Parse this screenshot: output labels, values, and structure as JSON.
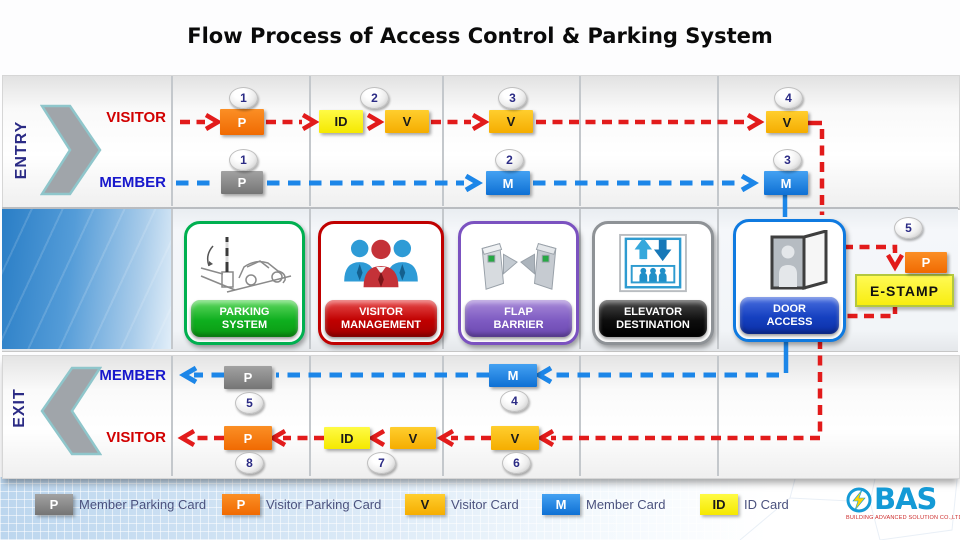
{
  "title": "Flow Process of Access Control & Parking System",
  "bands": {
    "entry": {
      "label": "ENTRY",
      "visitor": "VISITOR",
      "member": "MEMBER"
    },
    "exit": {
      "label": "EXIT",
      "visitor": "VISITOR",
      "member": "MEMBER"
    }
  },
  "systems": {
    "parking": {
      "label": "PARKING SYSTEM"
    },
    "visitor_management": {
      "label": "VISITOR MANAGEMENT"
    },
    "flap_barrier": {
      "label": "FLAP BARRIER"
    },
    "elevator": {
      "label": "ELEVATOR DESTINATION"
    },
    "door": {
      "label": "DOOR ACCESS"
    }
  },
  "estamp": {
    "label": "E-STAMP",
    "badge": "P",
    "step": "5"
  },
  "badges": {
    "entry_visitor_p": {
      "label": "P",
      "step": "1"
    },
    "entry_id": {
      "label": "ID"
    },
    "entry_v2": {
      "label": "V",
      "step": "2"
    },
    "entry_v3": {
      "label": "V",
      "step": "3"
    },
    "entry_v4": {
      "label": "V",
      "step": "4"
    },
    "entry_member_p": {
      "label": "P",
      "step": "1"
    },
    "entry_m2": {
      "label": "M",
      "step": "2"
    },
    "entry_m3": {
      "label": "M",
      "step": "3"
    },
    "exit_member_p": {
      "label": "P",
      "step": "5"
    },
    "exit_m": {
      "label": "M",
      "step": "4"
    },
    "exit_v6": {
      "label": "V",
      "step": "6"
    },
    "exit_v7": {
      "label": "V"
    },
    "exit_id": {
      "label": "ID",
      "step": "7"
    },
    "exit_visitor_p": {
      "label": "P",
      "step": "8"
    }
  },
  "legend": {
    "member_parking": {
      "badge": "P",
      "label": "Member Parking Card"
    },
    "visitor_parking": {
      "badge": "P",
      "label": "Visitor Parking Card"
    },
    "visitor_card": {
      "badge": "V",
      "label": "Visitor Card"
    },
    "member_card": {
      "badge": "M",
      "label": "Member Card"
    },
    "id_card": {
      "badge": "ID",
      "label": "ID Card"
    }
  },
  "logo": {
    "name": "BAS",
    "subtitle": "BUILDING ADVANCED SOLUTION CO.,LTD."
  },
  "colors": {
    "visitor_red": "#E21B1B",
    "member_blue": "#1C86E8",
    "visitor_parking_orange": "#F97C0B",
    "member_parking_gray": "#8A8A8A",
    "visitor_card_gold": "#FFC013",
    "id_card_yellow": "#FFF200",
    "member_card_blue": "#1E88E5",
    "parking_green": "#00B050",
    "management_red": "#C00000",
    "barrier_purple": "#7B52C0",
    "elevator_black": "#000000",
    "door_blue": "#0F7AE0",
    "estamp_yellow": "#FFF32B"
  }
}
